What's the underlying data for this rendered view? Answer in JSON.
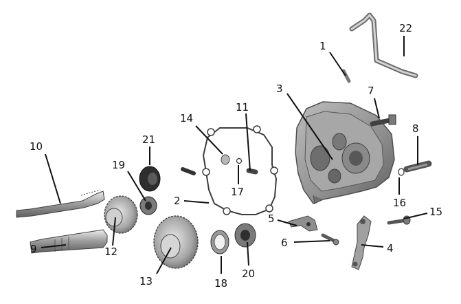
{
  "diagram": {
    "callouts": [
      {
        "id": "1",
        "text": "1"
      },
      {
        "id": "2",
        "text": "2"
      },
      {
        "id": "3",
        "text": "3"
      },
      {
        "id": "4",
        "text": "4"
      },
      {
        "id": "5",
        "text": "5"
      },
      {
        "id": "6",
        "text": "6"
      },
      {
        "id": "7",
        "text": "7"
      },
      {
        "id": "8",
        "text": "8"
      },
      {
        "id": "9",
        "text": "9"
      },
      {
        "id": "10",
        "text": "10"
      },
      {
        "id": "11",
        "text": "11"
      },
      {
        "id": "12",
        "text": "12"
      },
      {
        "id": "13",
        "text": "13"
      },
      {
        "id": "14",
        "text": "14"
      },
      {
        "id": "15",
        "text": "15"
      },
      {
        "id": "16",
        "text": "16"
      },
      {
        "id": "17",
        "text": "17"
      },
      {
        "id": "18",
        "text": "18"
      },
      {
        "id": "19",
        "text": "19"
      },
      {
        "id": "20",
        "text": "20"
      },
      {
        "id": "21",
        "text": "21"
      },
      {
        "id": "22",
        "text": "22"
      }
    ]
  },
  "colors": {
    "metal_light": "#d9d9d9",
    "metal_mid": "#a9a9a9",
    "metal_dark": "#5a5a5a",
    "rubber": "#2b2b2b",
    "leader": "#111111"
  }
}
